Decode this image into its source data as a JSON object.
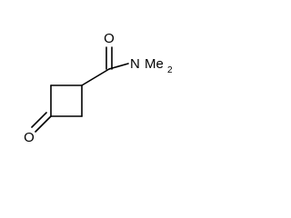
{
  "molecule": {
    "atoms": {
      "carbonyl_oxygen_top": "O",
      "amide_nitrogen": "N",
      "methyl_label": "Me",
      "methyl_count": "2",
      "ketone_oxygen": "O"
    }
  }
}
